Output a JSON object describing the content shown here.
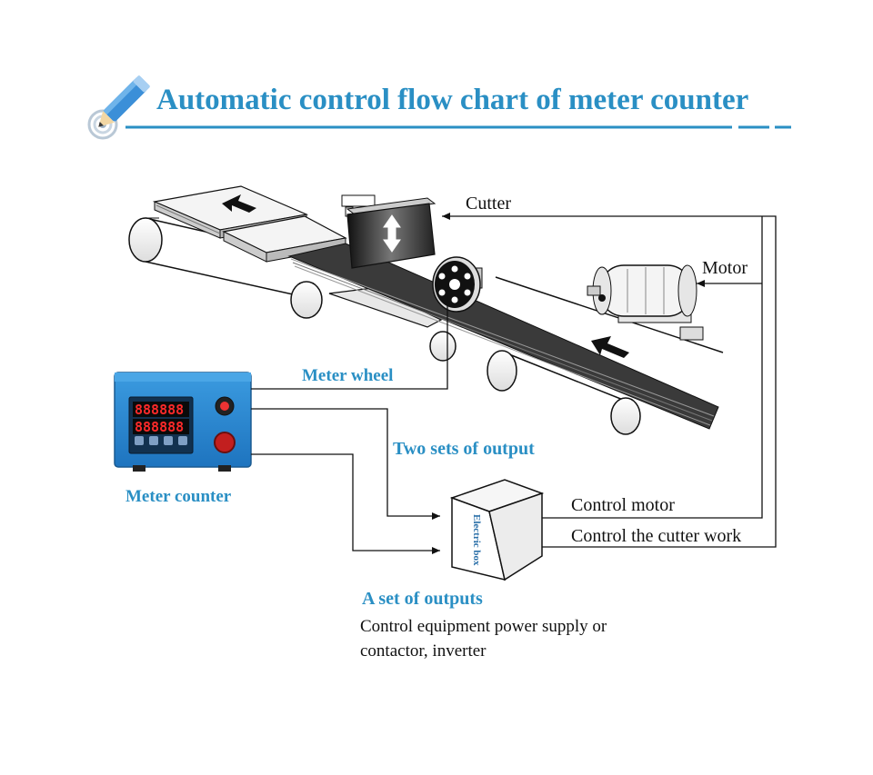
{
  "title": "Automatic control flow chart of meter counter",
  "labels": {
    "cutter": "Cutter",
    "motor": "Motor",
    "meter_wheel": "Meter wheel",
    "two_sets": "Two sets of output",
    "meter_counter": "Meter counter",
    "control_motor": "Control motor",
    "control_cutter": "Control the cutter work",
    "set_of_outputs": "A set of outputs",
    "power_line1": "Control equipment power supply or",
    "power_line2": "contactor, inverter",
    "electric_box": "Electric box"
  },
  "counter_display": {
    "row1": "888888",
    "row2": "888888"
  },
  "colors": {
    "accent": "#2a8fc4",
    "panel": "#2c8fd6",
    "line": "#111111"
  }
}
